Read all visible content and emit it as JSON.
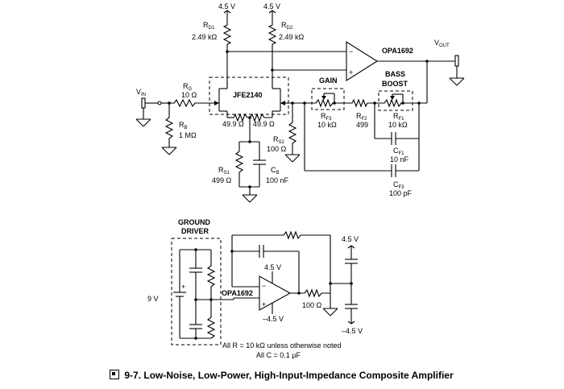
{
  "labels": {
    "vcc_top_left": "4.5 V",
    "vcc_top_right": "4.5 V",
    "rd1_name": "R",
    "rd1_sub": "D1",
    "rd1_val": "2.49 kΩ",
    "rd2_name": "R",
    "rd2_sub": "D2",
    "rd2_val": "2.49 kΩ",
    "opamp_main": "OPA1692",
    "vout_name": "V",
    "vout_sub": "OUT",
    "vin_name": "V",
    "vin_sub": "IN",
    "rg_name": "R",
    "rg_sub": "G",
    "rg_val": "10 Ω",
    "jfet": "JFE2140",
    "rb_name": "R",
    "rb_sub": "B",
    "rb_val": "1 MΩ",
    "rs_left": "49.9 Ω",
    "rs_right": "49.9 Ω",
    "rs2_name": "R",
    "rs2_sub": "S2",
    "rs2_val": "100 Ω",
    "rs1_name": "R",
    "rs1_sub": "S1",
    "rs1_val": "499 Ω",
    "cb_name": "C",
    "cb_sub": "B",
    "cb_val": "100 nF",
    "gain": "GAIN",
    "bass1": "BASS",
    "bass2": "BOOST",
    "rf3_name": "R",
    "rf3_sub": "F3",
    "rf3_val": "10 kΩ",
    "rf2_name": "R",
    "rf2_sub": "F2",
    "rf2_val": "499",
    "rf1_name": "R",
    "rf1_sub": "F1",
    "rf1_val": "10 kΩ",
    "cf1_name": "C",
    "cf1_sub": "F1",
    "cf1_val": "10 nF",
    "cf3_name": "C",
    "cf3_sub": "F3",
    "cf3_val": "100 pF",
    "ground_driver_1": "GROUND",
    "ground_driver_2": "DRIVER",
    "battery": "9 V",
    "opamp_gd": "OPA1692",
    "gd_vpos": "4.5 V",
    "gd_vneg": "–4.5 V",
    "gd_r": "100 Ω",
    "gd_out_pos": "4.5 V",
    "gd_out_neg": "–4.5 V",
    "plus": "+",
    "minus": "−",
    "note1": "All R = 10 kΩ unless otherwise noted",
    "note2": "All C = 0.1 µF"
  },
  "caption": {
    "figure": "9-7.",
    "title": "Low-Noise, Low-Power, High-Input-Impedance Composite Amplifier"
  }
}
